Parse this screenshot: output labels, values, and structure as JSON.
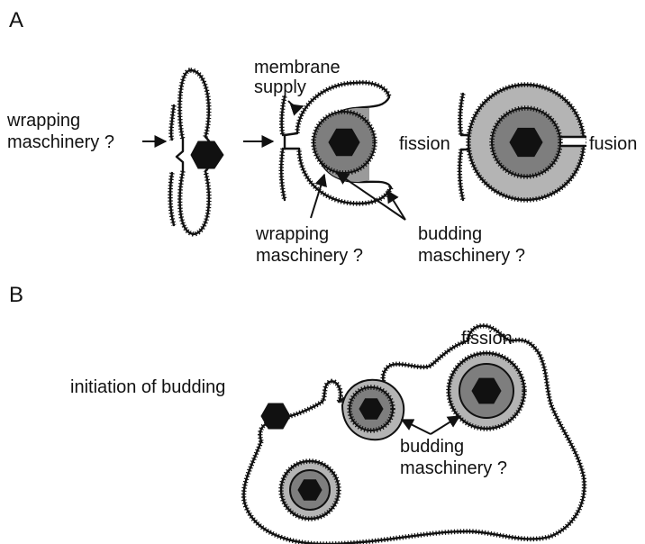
{
  "panels": {
    "a": "A",
    "b": "B"
  },
  "labels_a": {
    "wrapping_1": "wrapping",
    "wrapping_2": "maschinery ?",
    "membrane_1": "membrane",
    "membrane_2": "supply",
    "fission": "fission",
    "fusion": "fusion",
    "wrapping_b1": "wrapping",
    "wrapping_b2": "maschinery ?",
    "budding_1": "budding",
    "budding_2": "maschinery ?"
  },
  "labels_b": {
    "initiation": "initiation of budding",
    "fission": "fission",
    "budding_1": "budding",
    "budding_2": "maschinery ?"
  },
  "colors": {
    "cisterna_fill": "#f2f2f2",
    "wrap_fill": "#b4b4b4",
    "capsid_ring": "#7e7e7e",
    "core": "#111111",
    "cell_fill": "#f7f7f7",
    "ink": "#111111"
  }
}
